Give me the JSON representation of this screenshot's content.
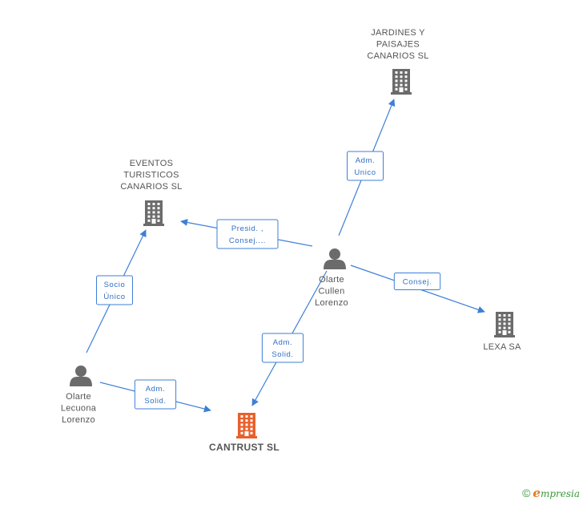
{
  "nodes": [
    {
      "id": "jardines",
      "kind": "company",
      "lines": [
        "JARDINES Y",
        "PAISAJES",
        "CANARIOS SL"
      ],
      "color": "#6b6b6b"
    },
    {
      "id": "eventos",
      "kind": "company",
      "lines": [
        "EVENTOS",
        "TURISTICOS",
        "CANARIOS SL"
      ],
      "color": "#6b6b6b"
    },
    {
      "id": "cullen",
      "kind": "person",
      "lines": [
        "Olarte",
        "Cullen",
        "Lorenzo"
      ],
      "color": "#6b6b6b"
    },
    {
      "id": "lexa",
      "kind": "company",
      "lines": [
        "LEXA SA"
      ],
      "color": "#6b6b6b"
    },
    {
      "id": "lecuona",
      "kind": "person",
      "lines": [
        "Olarte",
        "Lecuona",
        "Lorenzo"
      ],
      "color": "#6b6b6b"
    },
    {
      "id": "cantrust",
      "kind": "company",
      "lines": [
        "CANTRUST SL"
      ],
      "color": "#e8602c",
      "main": true
    }
  ],
  "edges": [
    {
      "from": "cullen",
      "to": "jardines",
      "label": [
        "Adm.",
        "Unico"
      ]
    },
    {
      "from": "cullen",
      "to": "eventos",
      "label": [
        "Presid. ,",
        "Consej...."
      ]
    },
    {
      "from": "cullen",
      "to": "lexa",
      "label": [
        "Consej."
      ]
    },
    {
      "from": "cullen",
      "to": "cantrust",
      "label": [
        "Adm.",
        "Solid."
      ]
    },
    {
      "from": "lecuona",
      "to": "eventos",
      "label": [
        "Socio",
        "Único"
      ]
    },
    {
      "from": "lecuona",
      "to": "cantrust",
      "label": [
        "Adm.",
        "Solid."
      ]
    }
  ],
  "branding": {
    "copyright": "©",
    "e": "e",
    "rest": "mpresia"
  },
  "colors": {
    "edge": "#3d7fd6",
    "icon": "#6b6b6b",
    "accent": "#e8602c"
  }
}
